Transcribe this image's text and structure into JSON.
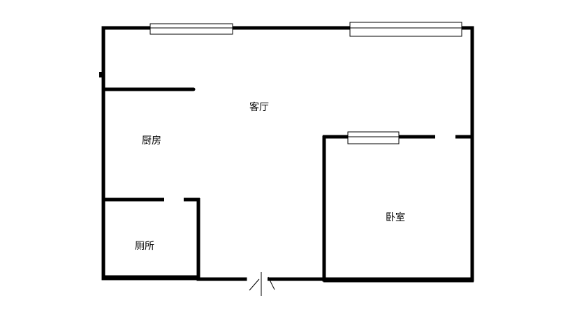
{
  "rooms": {
    "living_room": "客厅",
    "kitchen": "厨房",
    "toilet": "厕所",
    "bedroom": "卧室"
  }
}
